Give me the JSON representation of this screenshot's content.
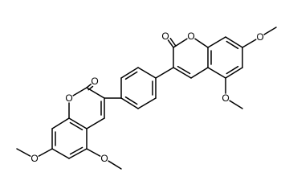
{
  "atoms": {
    "o_carbonyl_top": "O",
    "o_ring_top": "O",
    "o_methoxy_7_top": "O",
    "o_methoxy_5_top": "O",
    "o_carbonyl_bottom": "O",
    "o_ring_bottom": "O",
    "o_methoxy_7_bottom": "O",
    "o_methoxy_5_bottom": "O"
  },
  "colors": {
    "bond": "#000000",
    "background": "#ffffff"
  }
}
